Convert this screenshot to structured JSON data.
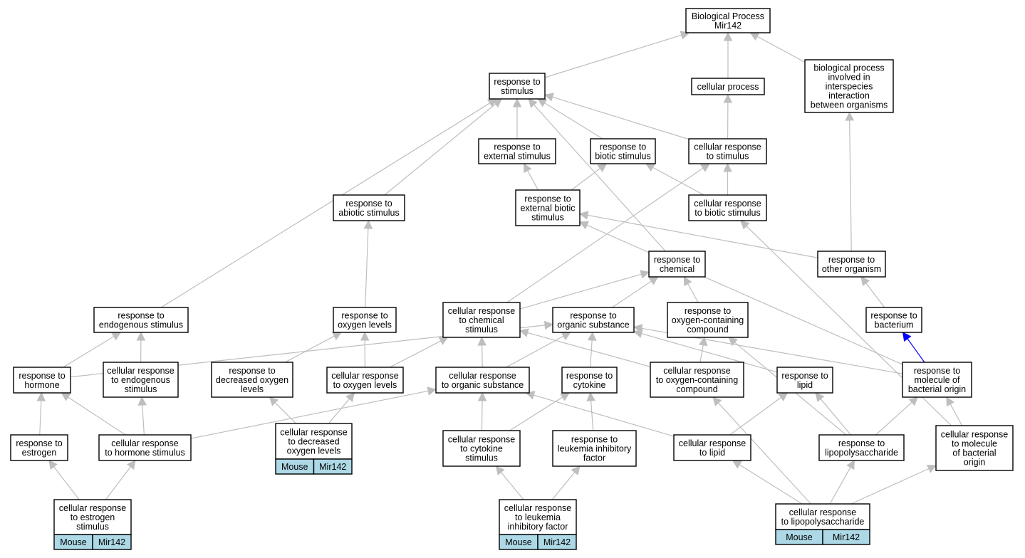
{
  "graph": {
    "title": "",
    "colors": {
      "edge": "#bebebe",
      "highlight_edge": "#0000ff",
      "annotation_fill": "#add8e6",
      "node_fill": "#ffffff",
      "node_border": "#000000"
    },
    "nodes": [
      {
        "id": "bp",
        "lines": [
          "Biological Process",
          "Mir142"
        ]
      },
      {
        "id": "rs",
        "lines": [
          "response to",
          "stimulus"
        ]
      },
      {
        "id": "cp",
        "lines": [
          "cellular process"
        ]
      },
      {
        "id": "bpi",
        "lines": [
          "biological process",
          "involved in",
          "interspecies",
          "interaction",
          "between organisms"
        ]
      },
      {
        "id": "res",
        "lines": [
          "response to",
          "external stimulus"
        ]
      },
      {
        "id": "rbs",
        "lines": [
          "response to",
          "biotic stimulus"
        ]
      },
      {
        "id": "crs",
        "lines": [
          "cellular response",
          "to stimulus"
        ]
      },
      {
        "id": "ras",
        "lines": [
          "response to",
          "abiotic stimulus"
        ]
      },
      {
        "id": "rebs",
        "lines": [
          "response to",
          "external biotic",
          "stimulus"
        ]
      },
      {
        "id": "crbs",
        "lines": [
          "cellular response",
          "to biotic stimulus"
        ]
      },
      {
        "id": "rc",
        "lines": [
          "response to",
          "chemical"
        ]
      },
      {
        "id": "roo",
        "lines": [
          "response to",
          "other organism"
        ]
      },
      {
        "id": "rens",
        "lines": [
          "response to",
          "endogenous stimulus"
        ]
      },
      {
        "id": "rol",
        "lines": [
          "response to",
          "oxygen levels"
        ]
      },
      {
        "id": "crcs",
        "lines": [
          "cellular response",
          "to chemical",
          "stimulus"
        ]
      },
      {
        "id": "ros",
        "lines": [
          "response to",
          "organic substance"
        ]
      },
      {
        "id": "rocc",
        "lines": [
          "response to",
          "oxygen-containing",
          "compound"
        ]
      },
      {
        "id": "rb",
        "lines": [
          "response to",
          "bacterium"
        ]
      },
      {
        "id": "rh",
        "lines": [
          "response to",
          "hormone"
        ]
      },
      {
        "id": "cres",
        "lines": [
          "cellular response",
          "to endogenous",
          "stimulus"
        ]
      },
      {
        "id": "rdol",
        "lines": [
          "response to",
          "decreased oxygen",
          "levels"
        ]
      },
      {
        "id": "crol",
        "lines": [
          "cellular response",
          "to oxygen levels"
        ]
      },
      {
        "id": "cros",
        "lines": [
          "cellular response",
          "to organic substance"
        ]
      },
      {
        "id": "rcyt",
        "lines": [
          "response to",
          "cytokine"
        ]
      },
      {
        "id": "crocc",
        "lines": [
          "cellular response",
          "to oxygen-containing",
          "compound"
        ]
      },
      {
        "id": "rl",
        "lines": [
          "response to",
          "lipid"
        ]
      },
      {
        "id": "rmbo",
        "lines": [
          "response to",
          "molecule of",
          "bacterial origin"
        ]
      },
      {
        "id": "re",
        "lines": [
          "response to",
          "estrogen"
        ]
      },
      {
        "id": "crhs",
        "lines": [
          "cellular response",
          "to hormone stimulus"
        ]
      },
      {
        "id": "crdol",
        "lines": [
          "cellular response",
          "to decreased",
          "oxygen levels"
        ],
        "annotation": [
          "Mouse",
          "Mir142"
        ]
      },
      {
        "id": "crcys",
        "lines": [
          "cellular response",
          "to cytokine",
          "stimulus"
        ]
      },
      {
        "id": "rlif",
        "lines": [
          "response to",
          "leukemia inhibitory",
          "factor"
        ]
      },
      {
        "id": "crl",
        "lines": [
          "cellular response",
          "to lipid"
        ]
      },
      {
        "id": "rlps",
        "lines": [
          "response to",
          "lipopolysaccharide"
        ]
      },
      {
        "id": "crmbo",
        "lines": [
          "cellular response",
          "to molecule",
          "of bacterial",
          "origin"
        ]
      },
      {
        "id": "cres2",
        "lines": [
          "cellular response",
          "to estrogen",
          "stimulus"
        ],
        "annotation": [
          "Mouse",
          "Mir142"
        ]
      },
      {
        "id": "crlif",
        "lines": [
          "cellular response",
          "to leukemia",
          "inhibitory factor"
        ],
        "annotation": [
          "Mouse",
          "Mir142"
        ]
      },
      {
        "id": "crlps",
        "lines": [
          "cellular response",
          "to lipopolysaccharide"
        ],
        "annotation": [
          "Mouse",
          "Mir142"
        ]
      }
    ],
    "edges": [
      {
        "from": "rs",
        "to": "bp"
      },
      {
        "from": "cp",
        "to": "bp"
      },
      {
        "from": "bpi",
        "to": "bp"
      },
      {
        "from": "res",
        "to": "rs"
      },
      {
        "from": "rbs",
        "to": "rs"
      },
      {
        "from": "crs",
        "to": "rs"
      },
      {
        "from": "crs",
        "to": "cp"
      },
      {
        "from": "ras",
        "to": "rs"
      },
      {
        "from": "rens",
        "to": "rs"
      },
      {
        "from": "rc",
        "to": "rs"
      },
      {
        "from": "rebs",
        "to": "res"
      },
      {
        "from": "rebs",
        "to": "rbs"
      },
      {
        "from": "crbs",
        "to": "rbs"
      },
      {
        "from": "crbs",
        "to": "crs"
      },
      {
        "from": "roo",
        "to": "rebs"
      },
      {
        "from": "roo",
        "to": "bpi"
      },
      {
        "from": "rol",
        "to": "ras"
      },
      {
        "from": "crcs",
        "to": "rc"
      },
      {
        "from": "crcs",
        "to": "crs"
      },
      {
        "from": "ros",
        "to": "rc"
      },
      {
        "from": "rocc",
        "to": "rc"
      },
      {
        "from": "rb",
        "to": "roo"
      },
      {
        "from": "rh",
        "to": "rens"
      },
      {
        "from": "rh",
        "to": "ros"
      },
      {
        "from": "cres",
        "to": "rens"
      },
      {
        "from": "rdol",
        "to": "rol"
      },
      {
        "from": "crol",
        "to": "rol"
      },
      {
        "from": "crol",
        "to": "crcs"
      },
      {
        "from": "cros",
        "to": "crcs"
      },
      {
        "from": "cros",
        "to": "ros"
      },
      {
        "from": "rcyt",
        "to": "ros"
      },
      {
        "from": "crocc",
        "to": "rocc"
      },
      {
        "from": "crocc",
        "to": "crcs"
      },
      {
        "from": "rl",
        "to": "ros"
      },
      {
        "from": "rmbo",
        "to": "rb",
        "highlight": true
      },
      {
        "from": "rmbo",
        "to": "ros"
      },
      {
        "from": "rmbo",
        "to": "rebs"
      },
      {
        "from": "re",
        "to": "rh"
      },
      {
        "from": "crhs",
        "to": "rh"
      },
      {
        "from": "crhs",
        "to": "cres"
      },
      {
        "from": "crhs",
        "to": "cros"
      },
      {
        "from": "crdol",
        "to": "rdol"
      },
      {
        "from": "crdol",
        "to": "crol"
      },
      {
        "from": "crcys",
        "to": "rcyt"
      },
      {
        "from": "crcys",
        "to": "cros"
      },
      {
        "from": "rlif",
        "to": "rcyt"
      },
      {
        "from": "crl",
        "to": "rl"
      },
      {
        "from": "crl",
        "to": "cros"
      },
      {
        "from": "rlps",
        "to": "rl"
      },
      {
        "from": "rlps",
        "to": "rmbo"
      },
      {
        "from": "rlps",
        "to": "rocc"
      },
      {
        "from": "crmbo",
        "to": "rmbo"
      },
      {
        "from": "crmbo",
        "to": "crbs"
      },
      {
        "from": "cres2",
        "to": "re"
      },
      {
        "from": "cres2",
        "to": "crhs"
      },
      {
        "from": "crlif",
        "to": "crcys"
      },
      {
        "from": "crlif",
        "to": "rlif"
      },
      {
        "from": "crlps",
        "to": "crl"
      },
      {
        "from": "crlps",
        "to": "rlps"
      },
      {
        "from": "crlps",
        "to": "crmbo"
      },
      {
        "from": "crlps",
        "to": "crocc"
      }
    ]
  }
}
